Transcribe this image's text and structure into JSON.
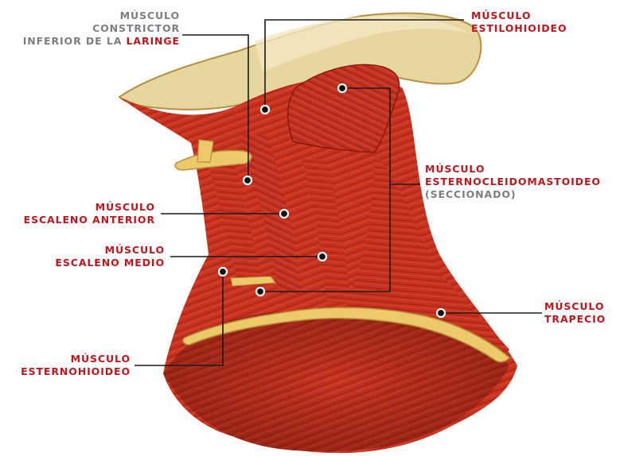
{
  "colors": {
    "label_red": "#c3141c",
    "label_gray": "#7d7d7d",
    "leader_line": "#1a1a1a",
    "muscle": "#c8321f",
    "muscle_dark": "#8e1b12",
    "bone_cartilage": "#e6c56b"
  },
  "labels": {
    "constrictor": {
      "l1": "MÚSCULO",
      "l2": "CONSTRICTOR",
      "l3a": "INFERIOR DE LA ",
      "l3b": "LARINGE"
    },
    "estilohioideo": {
      "l1": "MÚSCULO",
      "l2": "ESTILOHIOIDEO"
    },
    "escaleno_anterior": {
      "l1": "MÚSCULO",
      "l2": "ESCALENO ANTERIOR"
    },
    "escaleno_medio": {
      "l1": "MÚSCULO",
      "l2": "ESCALENO MEDIO"
    },
    "esternocleidomastoideo": {
      "l1": "MÚSCULO",
      "l2": "ESTERNOCLEIDOMASTOIDEO",
      "l3": "(SECCIONADO)"
    },
    "trapecio": {
      "l1": "MÚSCULO",
      "l2": "TRAPECIO"
    },
    "esternohioideo": {
      "l1": "MÚSCULO",
      "l2": "ESTERNOHIOIDEO"
    }
  }
}
